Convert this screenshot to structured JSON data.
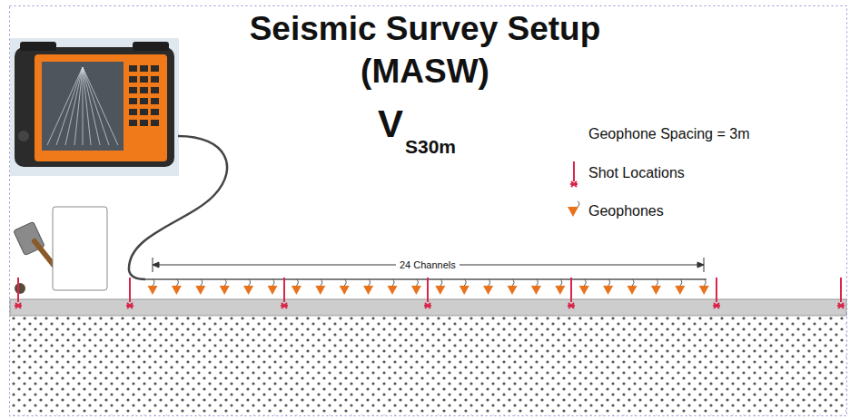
{
  "diagram": {
    "title": "Seismic Survey Setup (MASW)",
    "labels": [
      "V",
      "S30m",
      "Geophone Spacing = 3m",
      "24 Channels"
    ],
    "legend": [
      {
        "text": "Shot Locations"
      },
      {
        "text": "Geophones"
      }
    ]
  }
}
